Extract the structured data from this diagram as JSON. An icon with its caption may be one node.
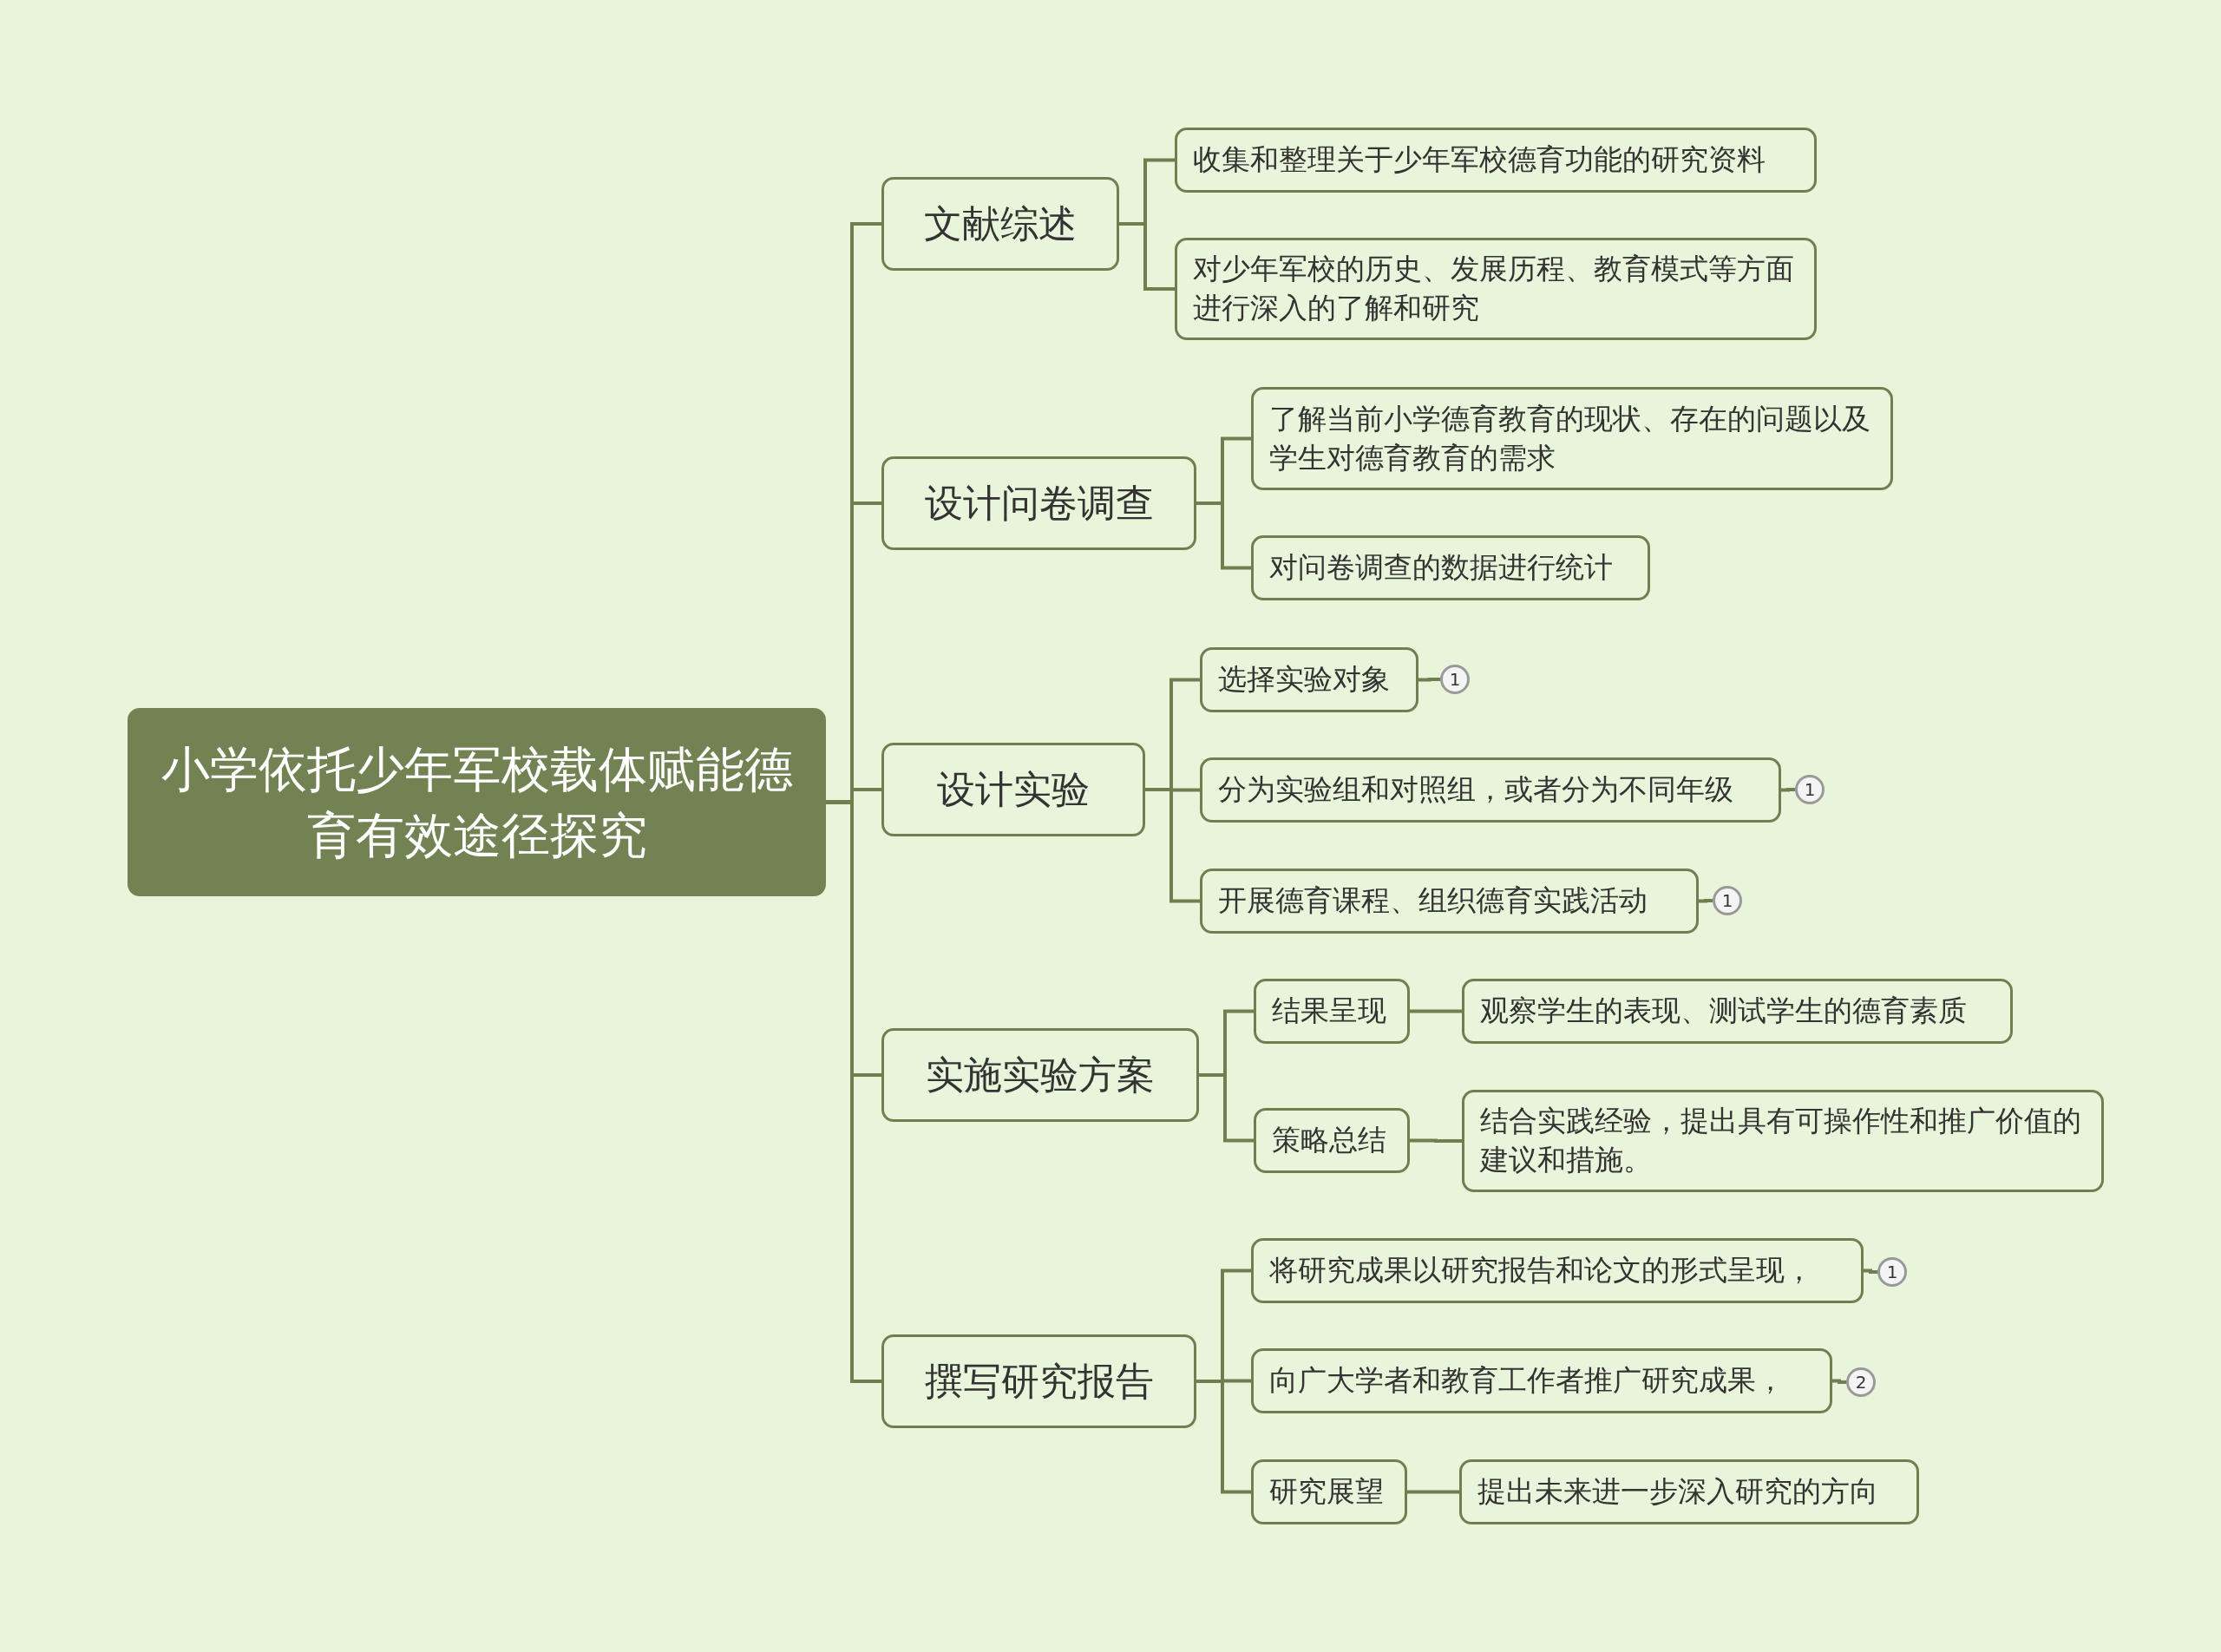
{
  "diagram": {
    "nodes": [
      {
        "text": [
          "小学依托少年军校载体赋能德育有效途径探究"
        ]
      },
      {
        "text": [
          "文献综述"
        ]
      },
      {
        "text": [
          "收集和整理关于少年军校德育功能的研究资料"
        ]
      },
      {
        "text": [
          "对少年军校的历史、发展历程、教育模式等方面进行深入的了解和研究"
        ]
      },
      {
        "text": [
          "设计问卷调查"
        ]
      },
      {
        "text": [
          "了解当前小学德育教育的现状、存在的问题以及学生对德育教育的需求"
        ]
      },
      {
        "text": [
          "对问卷调查的数据进行统计"
        ]
      },
      {
        "text": [
          "设计实验"
        ]
      },
      {
        "text": [
          "选择实验对象"
        ]
      },
      {
        "text": [
          "1"
        ]
      },
      {
        "text": [
          "分为实验组和对照组，或者分为不同年级"
        ]
      },
      {
        "text": [
          "1"
        ]
      },
      {
        "text": [
          "开展德育课程、组织德育实践活动"
        ]
      },
      {
        "text": [
          "1"
        ]
      },
      {
        "text": [
          "实施实验方案"
        ]
      },
      {
        "text": [
          "结果呈现"
        ]
      },
      {
        "text": [
          "观察学生的表现、测试学生的德育素质"
        ]
      },
      {
        "text": [
          "策略总结"
        ]
      },
      {
        "text": [
          "结合实践经验，提出具有可操作性和推广价值的建议和措施。"
        ]
      },
      {
        "text": [
          "撰写研究报告"
        ]
      },
      {
        "text": [
          "将研究成果以研究报告和论文的形式呈现，"
        ]
      },
      {
        "text": [
          "1"
        ]
      },
      {
        "text": [
          "向广大学者和教育工作者推广研究成果，"
        ]
      },
      {
        "text": [
          "2"
        ]
      },
      {
        "text": [
          "研究展望"
        ]
      },
      {
        "text": [
          "提出未来进一步深入研究的方向"
        ]
      }
    ],
    "edges": [
      {
        "from": 0,
        "to": 1,
        "arrow": "none"
      },
      {
        "from": 0,
        "to": 4,
        "arrow": "none"
      },
      {
        "from": 0,
        "to": 7,
        "arrow": "none"
      },
      {
        "from": 0,
        "to": 14,
        "arrow": "none"
      },
      {
        "from": 0,
        "to": 19,
        "arrow": "none"
      },
      {
        "from": 1,
        "to": 2,
        "arrow": "none"
      },
      {
        "from": 1,
        "to": 3,
        "arrow": "none"
      },
      {
        "from": 4,
        "to": 5,
        "arrow": "none"
      },
      {
        "from": 4,
        "to": 6,
        "arrow": "none"
      },
      {
        "from": 7,
        "to": 8,
        "arrow": "none"
      },
      {
        "from": 7,
        "to": 10,
        "arrow": "none"
      },
      {
        "from": 7,
        "to": 12,
        "arrow": "none"
      },
      {
        "from": 8,
        "to": 9,
        "arrow": "none"
      },
      {
        "from": 10,
        "to": 11,
        "arrow": "none"
      },
      {
        "from": 12,
        "to": 13,
        "arrow": "none"
      },
      {
        "from": 14,
        "to": 15,
        "arrow": "none"
      },
      {
        "from": 14,
        "to": 17,
        "arrow": "none"
      },
      {
        "from": 15,
        "to": 16,
        "arrow": "none"
      },
      {
        "from": 17,
        "to": 18,
        "arrow": "none"
      },
      {
        "from": 19,
        "to": 20,
        "arrow": "none"
      },
      {
        "from": 19,
        "to": 22,
        "arrow": "none"
      },
      {
        "from": 19,
        "to": 24,
        "arrow": "none"
      },
      {
        "from": 20,
        "to": 21,
        "arrow": "none"
      },
      {
        "from": 22,
        "to": 23,
        "arrow": "none"
      },
      {
        "from": 24,
        "to": 25,
        "arrow": "none"
      }
    ]
  }
}
